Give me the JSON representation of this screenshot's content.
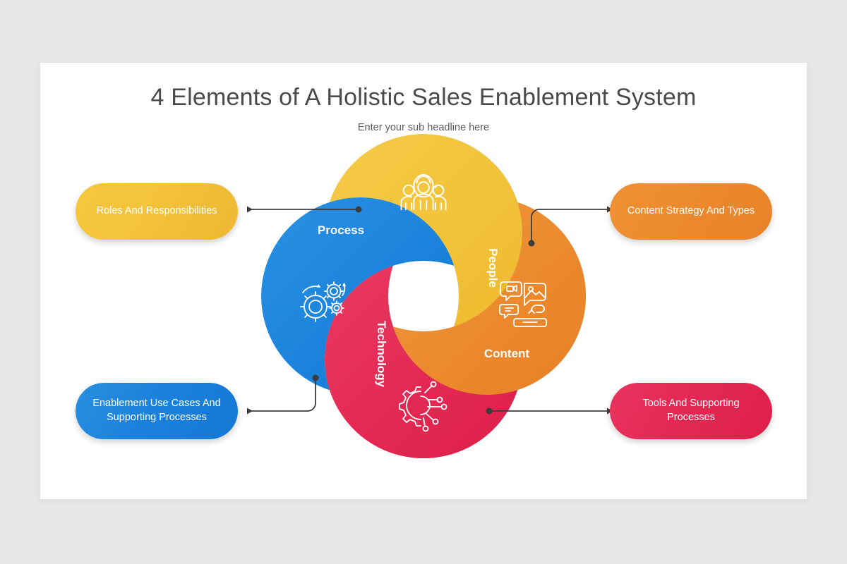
{
  "slide": {
    "title": "4 Elements of A Holistic Sales Enablement System",
    "subtitle": "Enter your sub headline here",
    "background_color": "#e8e7e7",
    "card_color": "#ffffff"
  },
  "callouts": [
    {
      "id": "top-left",
      "label": "Roles And Responsibilities",
      "color": "#f2c33a",
      "linked_segment": "People",
      "arrow_direction": "left"
    },
    {
      "id": "top-right",
      "label": "Content Strategy And Types",
      "color": "#ec8a2e",
      "linked_segment": "Content",
      "arrow_direction": "right"
    },
    {
      "id": "bottom-left",
      "label": "Enablement Use Cases And Supporting Processes",
      "color": "#1b83dc",
      "linked_segment": "Process",
      "arrow_direction": "left"
    },
    {
      "id": "bottom-right",
      "label": "Tools And Supporting Processes",
      "color": "#e32953",
      "linked_segment": "Technology",
      "arrow_direction": "right"
    }
  ],
  "diagram": {
    "type": "pinwheel-venn",
    "segments": [
      {
        "id": "people",
        "label": "People",
        "color": "#f2c33a",
        "shadow_color": "#c9a02b",
        "position": "top",
        "label_rotation_deg": 90,
        "icon": "people-group-icon"
      },
      {
        "id": "content",
        "label": "Content",
        "color": "#ec8a2e",
        "shadow_color": "#c76f21",
        "position": "right",
        "label_rotation_deg": 0,
        "icon": "content-media-icon"
      },
      {
        "id": "technology",
        "label": "Technology",
        "color": "#e32953",
        "shadow_color": "#bd1b42",
        "position": "bottom",
        "label_rotation_deg": 90,
        "icon": "tech-gear-circuit-icon"
      },
      {
        "id": "process",
        "label": "Process",
        "color": "#1b83dc",
        "shadow_color": "#1569b3",
        "position": "left",
        "label_rotation_deg": 0,
        "icon": "gears-process-icon"
      }
    ]
  }
}
